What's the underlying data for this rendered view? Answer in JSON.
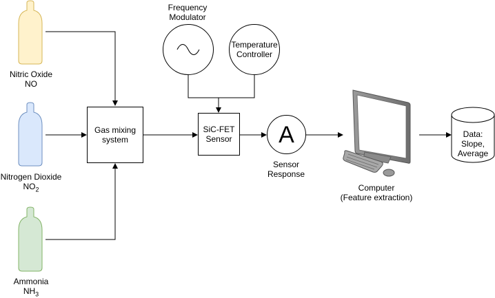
{
  "cylinders": [
    {
      "name": "Nitric Oxide",
      "formula": "NO",
      "sub": "",
      "fill": "#fff2cc",
      "stroke": "#d6b656"
    },
    {
      "name": "Nitrogen Dioxide",
      "formula": "NO",
      "sub": "2",
      "fill": "#dae8fc",
      "stroke": "#6c8ebf"
    },
    {
      "name": "Ammonia",
      "formula": "NH",
      "sub": "3",
      "fill": "#d5e8d4",
      "stroke": "#82b366"
    }
  ],
  "gas_mixing": {
    "line1": "Gas mixing",
    "line2": "system"
  },
  "modulator": {
    "line1": "Frequency",
    "line2": "Modulator",
    "icon": "sine-wave-icon"
  },
  "temperature": {
    "line1": "Temperature",
    "line2": "Controller"
  },
  "sensor": {
    "line1": "SiC-FET",
    "line2": "Sensor"
  },
  "ammeter": {
    "letter": "A",
    "line1": "Sensor",
    "line2": "Response"
  },
  "computer": {
    "line1": "Computer",
    "line2": "(Feature extraction)",
    "icon": "desktop-computer-icon"
  },
  "data_store": {
    "line1": "Data:",
    "line2": "Slope,",
    "line3": "Average"
  }
}
